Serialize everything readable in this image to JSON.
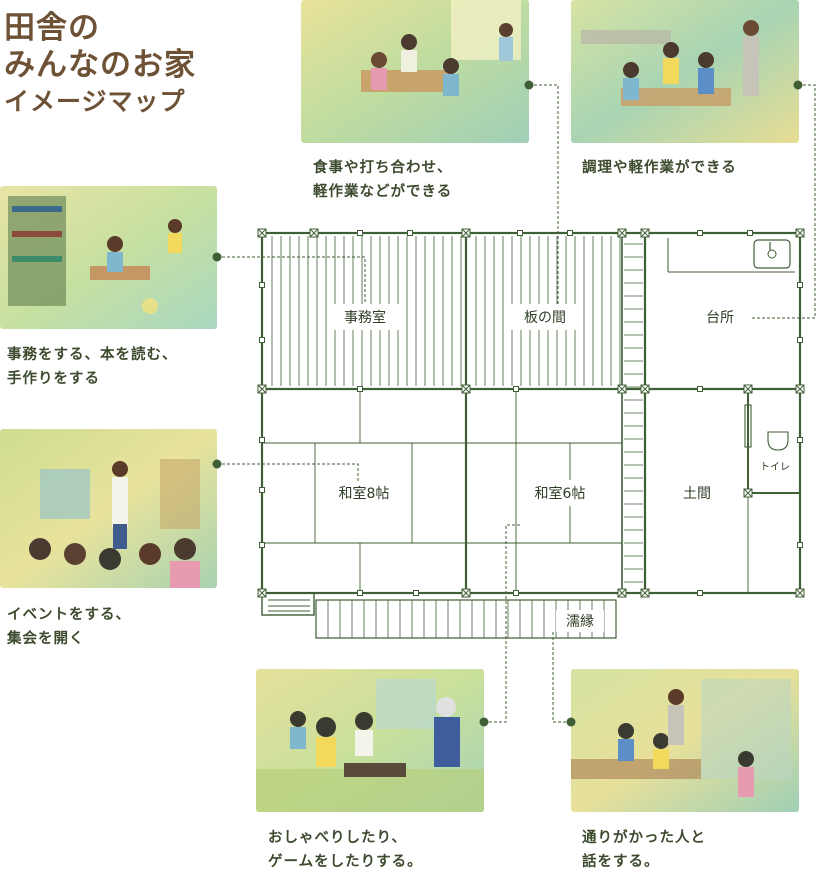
{
  "title": {
    "line1": "田舎の",
    "line2": "みんなのお家",
    "line3": "イメージマップ"
  },
  "rooms": {
    "office": "事務室",
    "itanoma": "板の間",
    "kitchen": "台所",
    "washitsu8": "和室8帖",
    "washitsu6": "和室6帖",
    "doma": "土間",
    "toilet": "トイレ",
    "engawa": "濡縁"
  },
  "captions": {
    "meal": [
      "食事や打ち合わせ、",
      "軽作業などができる"
    ],
    "cooking": [
      "調理や軽作業ができる"
    ],
    "office": [
      "事務をする、本を読む、",
      "手作りをする"
    ],
    "event": [
      "イベントをする、",
      "集会を開く"
    ],
    "game": [
      "おしゃべりしたり、",
      "ゲームをしたりする。"
    ],
    "talk": [
      "通りがかった人と",
      "話をする。"
    ]
  },
  "colors": {
    "title": "#6e5236",
    "plan_line": "#3f5f36",
    "caption": "#3c4a2e"
  }
}
